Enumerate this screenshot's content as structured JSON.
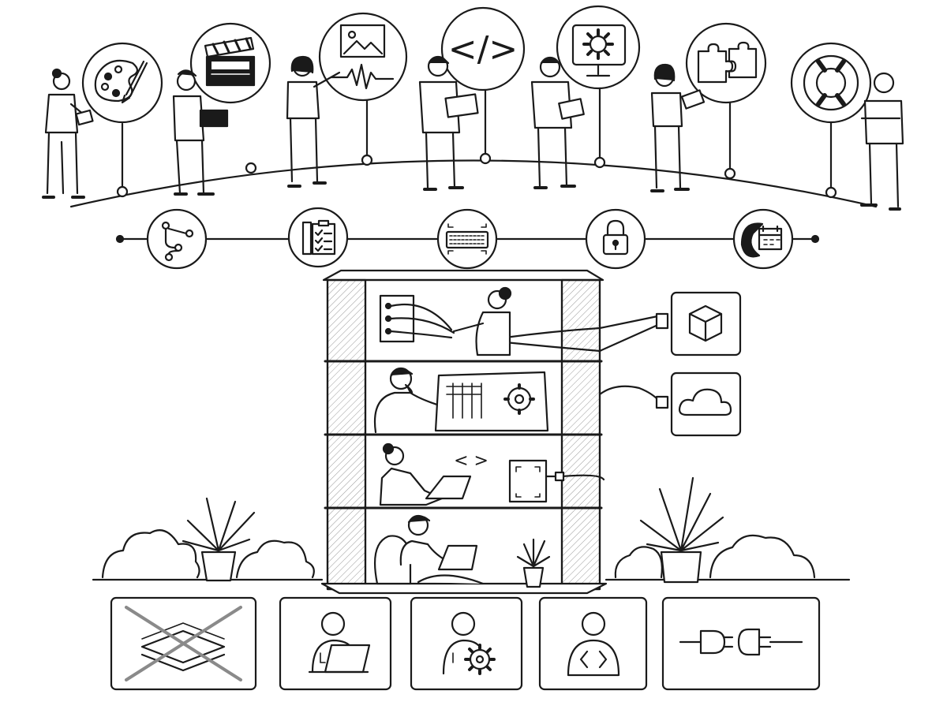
{
  "colors": {
    "ink": "#1a1a1a",
    "paper": "#ffffff",
    "hatch": "#9a9a9a",
    "cross": "#8a8a8a"
  },
  "role_icons": [
    "palette-icon",
    "clapperboard-icon",
    "image-waveform-icon",
    "code-icon",
    "gear-monitor-icon",
    "puzzle-icon",
    "life-ring-icon"
  ],
  "capability_icons": [
    "workflow-branch-icon",
    "checklist-icon",
    "keyboard-icon",
    "padlock-icon",
    "wrench-calendar-icon"
  ],
  "tower_floors": [
    "patch-panel-floor",
    "control-console-floor",
    "laptop-coding-floor",
    "beanbag-laptop-floor"
  ],
  "side_service_icons": [
    "cube-icon",
    "cloud-icon"
  ],
  "bottom_cards": [
    "stacked-layers-crossed-icon",
    "person-laptop-icon",
    "person-gear-icon",
    "person-code-icon",
    "plug-socket-icon"
  ],
  "code_glyph": "</>",
  "small_code_glyph": "< >"
}
